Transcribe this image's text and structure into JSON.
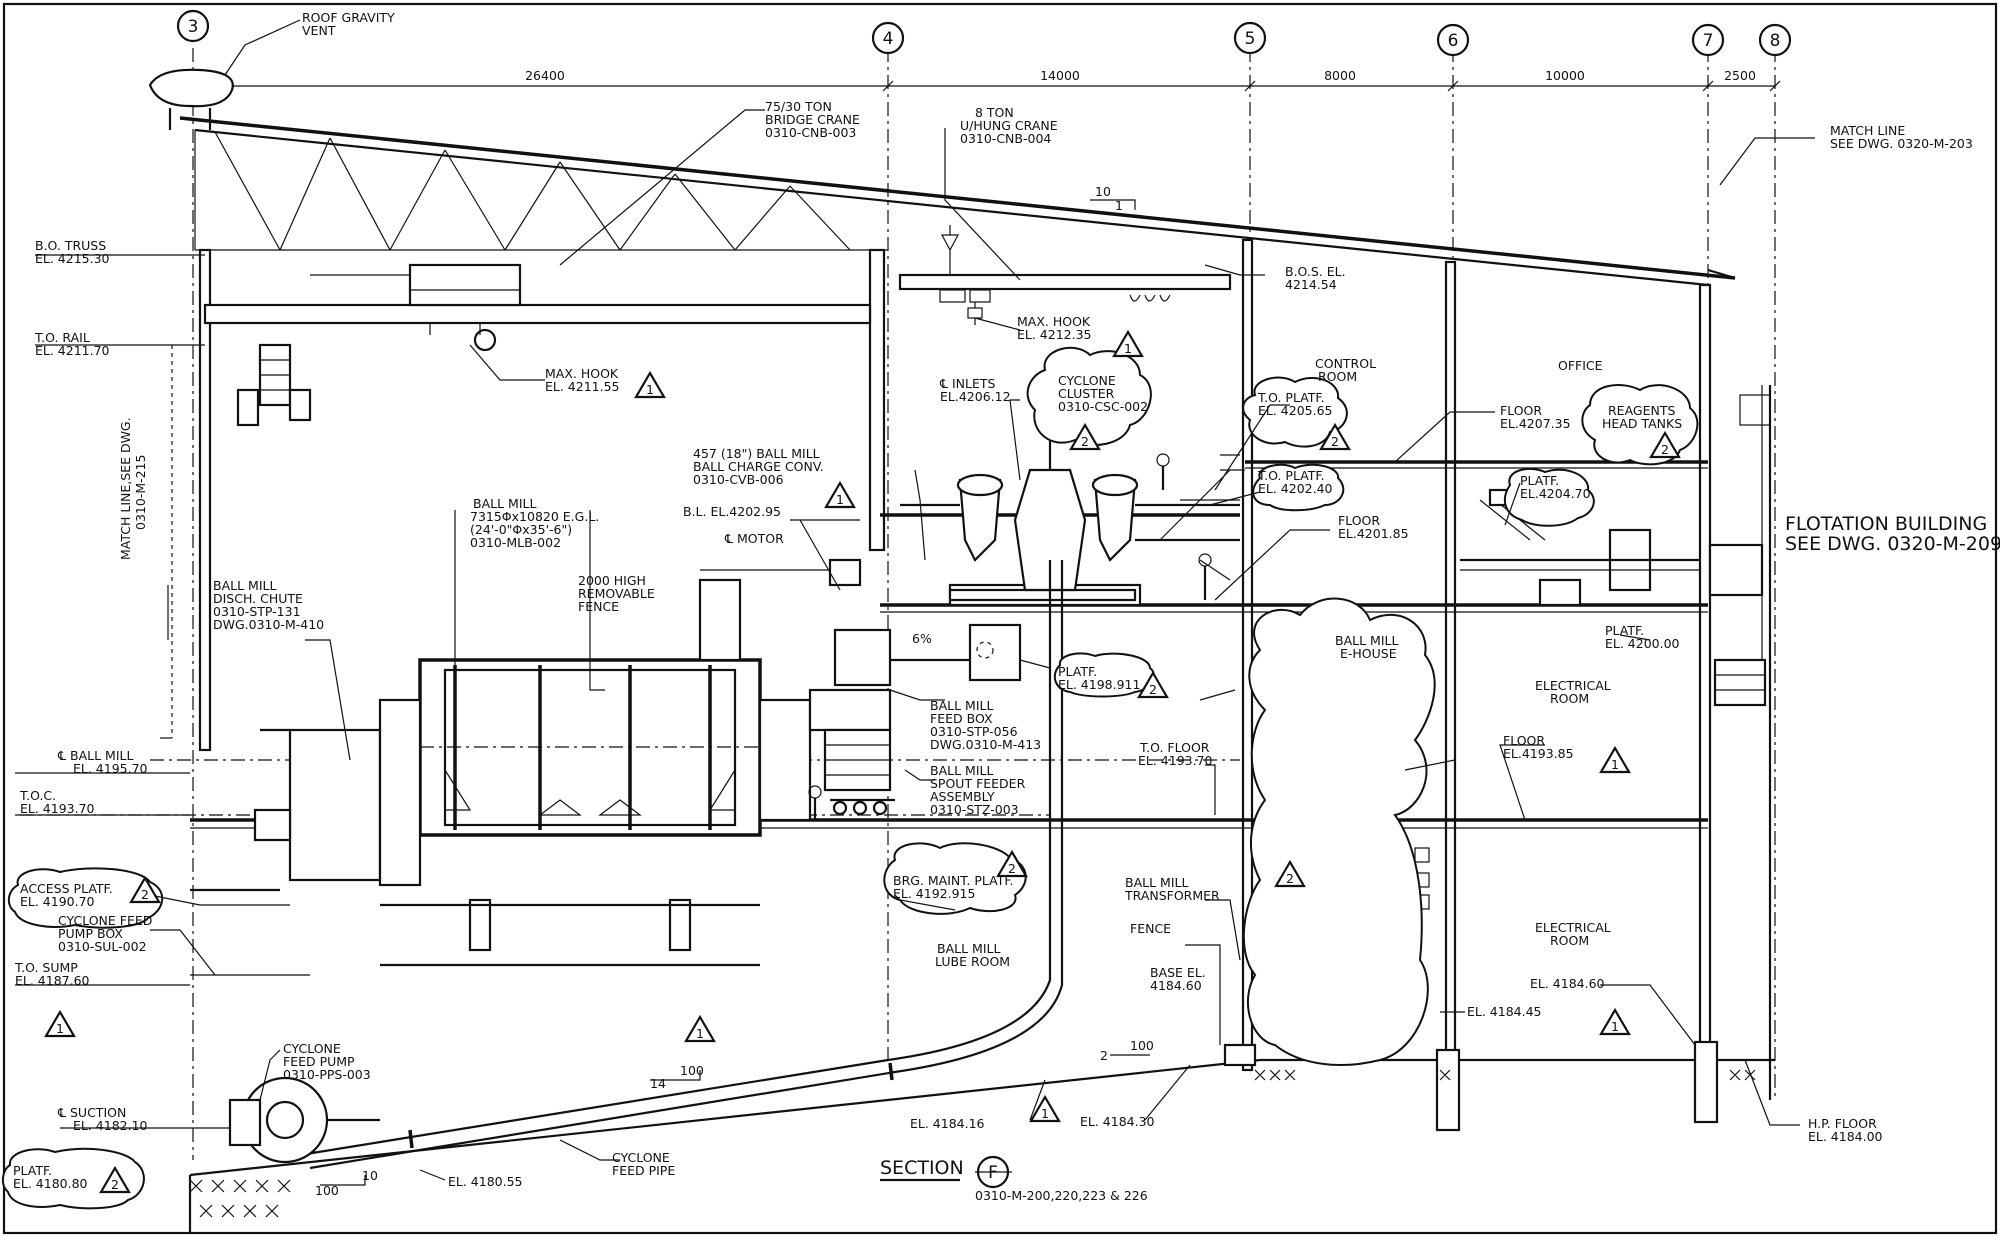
{
  "grid": {
    "lines": [
      "3",
      "4",
      "5",
      "6",
      "7",
      "8"
    ],
    "spacings": [
      "26400",
      "14000",
      "8000",
      "10000",
      "2500"
    ]
  },
  "header": {
    "roof_vent": [
      "ROOF GRAVITY",
      "VENT"
    ],
    "match_line_right": [
      "MATCH LINE",
      "SEE DWG. 0320-M-203"
    ],
    "match_line_left": [
      "MATCH LINE,SEE DWG.",
      "0310-M-215"
    ],
    "slope_a": "10",
    "slope_b": "1"
  },
  "labels": {
    "bridge_crane": [
      "75/30 TON",
      "BRIDGE CRANE",
      "0310-CNB-003"
    ],
    "uhung_crane": [
      "8 TON",
      "U/HUNG CRANE",
      "0310-CNB-004"
    ],
    "bo_truss": [
      "B.O. TRUSS",
      "EL. 4215.30"
    ],
    "to_rail": [
      "T.O. RAIL",
      "EL. 4211.70"
    ],
    "max_hook_1": [
      "MAX. HOOK",
      "EL. 4211.55"
    ],
    "max_hook_2": [
      "MAX. HOOK",
      "EL. 4212.35"
    ],
    "bos_el": [
      "B.O.S. EL.",
      "4214.54"
    ],
    "inlets": [
      "℄ INLETS",
      "EL.4206.12"
    ],
    "cyclone_cluster": [
      "CYCLONE",
      "CLUSTER",
      "0310-CSC-002"
    ],
    "control_room": [
      "CONTROL",
      "ROOM"
    ],
    "office": "OFFICE",
    "to_platf_1": [
      "T.O. PLATF.",
      "EL. 4205.65"
    ],
    "to_platf_2": [
      "T.O. PLATF.",
      "EL. 4202.40"
    ],
    "floor_4207": [
      "FLOOR",
      "EL.4207.35"
    ],
    "reagents": [
      "REAGENTS",
      "HEAD TANKS"
    ],
    "platf_4204": [
      "PLATF.",
      "EL.4204.70"
    ],
    "floor_4201": [
      "FLOOR",
      "EL.4201.85"
    ],
    "flotation": [
      "FLOTATION BUILDING",
      "SEE DWG. 0320-M-209"
    ],
    "charge_conv": [
      "457 (18\") BALL MILL",
      "BALL CHARGE CONV.",
      "0310-CVB-006"
    ],
    "bl_el": "B.L. EL.4202.95",
    "motor": "℄ MOTOR",
    "ball_mill": [
      "BALL MILL",
      "7315Φx10820 E.G.L.",
      "(24'-0\"Φx35'-6\")",
      "0310-MLB-002"
    ],
    "disch_chute": [
      "BALL MILL",
      "DISCH. CHUTE",
      "0310-STP-131",
      "DWG.0310-M-410"
    ],
    "fence_2000": [
      "2000 HIGH",
      "REMOVABLE",
      "FENCE"
    ],
    "pct": "6%",
    "platf_4198": [
      "PLATF.",
      "EL. 4198.911"
    ],
    "feed_box": [
      "BALL MILL",
      "FEED BOX",
      "0310-STP-056",
      "DWG.0310-M-413"
    ],
    "spout_feeder": [
      "BALL MILL",
      "SPOUT FEEDER",
      "ASSEMBLY",
      "0310-STZ-003"
    ],
    "ball_mill_cl": [
      "℄ BALL MILL",
      "EL. 4195.70"
    ],
    "toc": [
      "T.O.C.",
      "EL. 4193.70"
    ],
    "to_floor": [
      "T.O. FLOOR",
      "EL. 4193.70"
    ],
    "e_house": [
      "BALL MILL",
      "E-HOUSE"
    ],
    "electrical_room_1": [
      "ELECTRICAL",
      "ROOM"
    ],
    "floor_4193": [
      "FLOOR",
      "EL.4193.85"
    ],
    "platf_4200": [
      "PLATF.",
      "EL. 4200.00"
    ],
    "brg_maint": [
      "BRG. MAINT. PLATF.",
      "EL. 4192.915"
    ],
    "access_platf": [
      "ACCESS PLATF.",
      "EL. 4190.70"
    ],
    "cyclone_feed_pump_box": [
      "CYCLONE FEED",
      "PUMP BOX",
      "0310-SUL-002"
    ],
    "to_sump": [
      "T.O. SUMP",
      "EL. 4187.60"
    ],
    "lube_room": [
      "BALL MILL",
      "LUBE ROOM"
    ],
    "transformer": [
      "BALL MILL",
      "TRANSFORMER"
    ],
    "fence": "FENCE",
    "base_el": [
      "BASE EL.",
      "4184.60"
    ],
    "el_4184_45": "EL. 4184.45",
    "electrical_room_2": [
      "ELECTRICAL",
      "ROOM"
    ],
    "el_4184_60": "EL. 4184.60",
    "cyclone_feed_pump": [
      "CYCLONE",
      "FEED PUMP",
      "0310-PPS-003"
    ],
    "suction": [
      "℄ SUCTION",
      "EL. 4182.10"
    ],
    "platf_4180": [
      "PLATF.",
      "EL. 4180.80"
    ],
    "cyclone_feed_pipe": [
      "CYCLONE",
      "FEED PIPE"
    ],
    "el_4180_55": "EL. 4180.55",
    "el_4184_16": "EL. 4184.16",
    "el_4184_30": "EL. 4184.30",
    "hp_floor": [
      "H.P. FLOOR",
      "EL. 4184.00"
    ],
    "slope_100_a": "100",
    "slope_14": "14",
    "slope_100_b": "100",
    "slope_2": "2",
    "slope_100_c": "100",
    "slope_10": "10"
  },
  "revisions": [
    "1",
    "2"
  ],
  "title_block": {
    "section": "SECTION",
    "letter": "F",
    "refs": "0310-M-200,220,223 & 226"
  }
}
